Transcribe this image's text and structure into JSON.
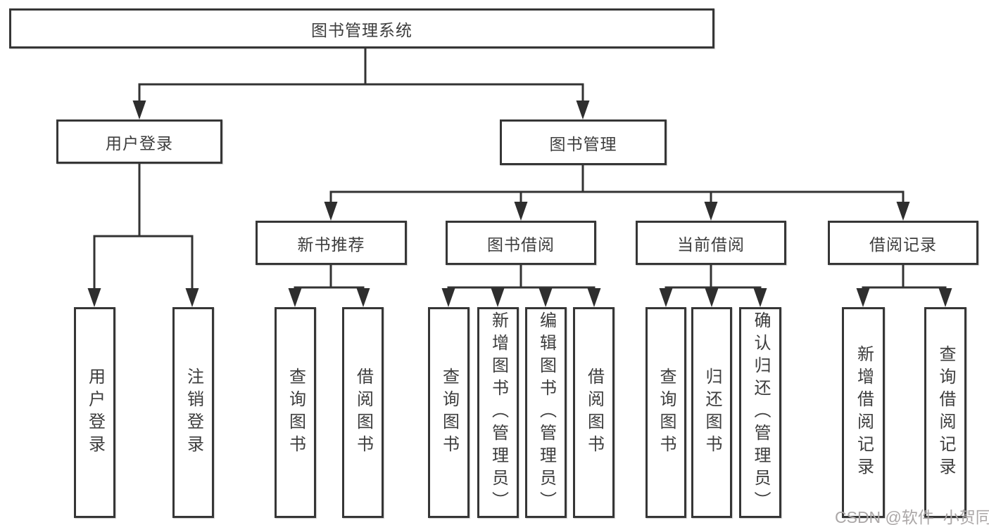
{
  "tree": {
    "root": {
      "label": "图书管理系统",
      "children": [
        {
          "label": "用户登录",
          "children": [
            {
              "label": "用户登录"
            },
            {
              "label": "注销登录"
            }
          ]
        },
        {
          "label": "图书管理",
          "children": [
            {
              "label": "新书推荐",
              "children": [
                {
                  "label": "查询图书"
                },
                {
                  "label": "借阅图书"
                }
              ]
            },
            {
              "label": "图书借阅",
              "children": [
                {
                  "label": "查询图书"
                },
                {
                  "label": "新增图书（管理员）"
                },
                {
                  "label": "编辑图书（管理员）"
                },
                {
                  "label": "借阅图书"
                }
              ]
            },
            {
              "label": "当前借阅",
              "children": [
                {
                  "label": "查询图书"
                },
                {
                  "label": "归还图书"
                },
                {
                  "label": "确认归还（管理员）"
                }
              ]
            },
            {
              "label": "借阅记录",
              "children": [
                {
                  "label": "新增借阅记录"
                },
                {
                  "label": "查询借阅记录"
                }
              ]
            }
          ]
        }
      ]
    }
  },
  "watermark": {
    "text": "CSDN @软件_小贺同学"
  },
  "colors": {
    "line": "#333333",
    "arrow": "#2e2e2e",
    "text": "#3d3d3d",
    "watermark": "#aba7a7",
    "background": "#ffffff"
  }
}
